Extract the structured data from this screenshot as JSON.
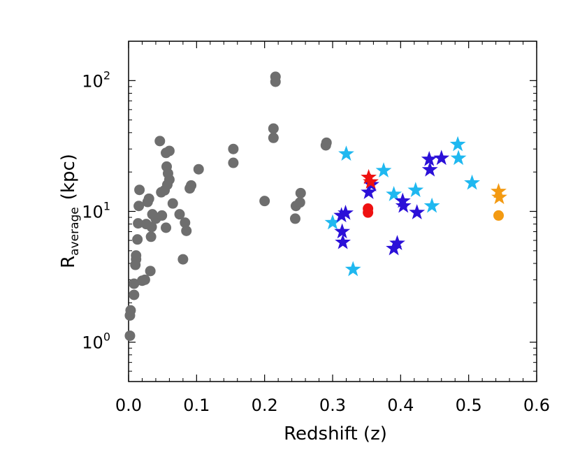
{
  "chart_data": {
    "type": "scatter",
    "title": "",
    "xlabel": "Redshift (z)",
    "ylabel_main": "R",
    "ylabel_sub": "average",
    "ylabel_unit": "(kpc)",
    "xlim": [
      0.0,
      0.6
    ],
    "ylim": [
      0.5,
      200
    ],
    "yscale": "log",
    "x_ticks": [
      "0.0",
      "0.1",
      "0.2",
      "0.3",
      "0.4",
      "0.5",
      "0.6"
    ],
    "x_tick_values": [
      0.0,
      0.1,
      0.2,
      0.3,
      0.4,
      0.5,
      0.6
    ],
    "y_major_ticks": [
      {
        "value": 1,
        "base": "10",
        "exp": "0"
      },
      {
        "value": 10,
        "base": "10",
        "exp": "1"
      },
      {
        "value": 100,
        "base": "10",
        "exp": "2"
      }
    ],
    "grid": false,
    "legend": "none",
    "series": [
      {
        "marker": "circle",
        "color": "#6e6e6e",
        "points": [
          [
            0.002,
            1.12
          ],
          [
            0.002,
            1.6
          ],
          [
            0.003,
            1.75
          ],
          [
            0.008,
            2.3
          ],
          [
            0.008,
            2.8
          ],
          [
            0.01,
            3.9
          ],
          [
            0.011,
            4.3
          ],
          [
            0.011,
            4.6
          ],
          [
            0.013,
            6.1
          ],
          [
            0.014,
            8.1
          ],
          [
            0.015,
            11
          ],
          [
            0.016,
            14.6
          ],
          [
            0.02,
            2.95
          ],
          [
            0.024,
            3.0
          ],
          [
            0.026,
            8.0
          ],
          [
            0.028,
            11.8
          ],
          [
            0.03,
            12.5
          ],
          [
            0.032,
            3.5
          ],
          [
            0.033,
            6.4
          ],
          [
            0.034,
            7.6
          ],
          [
            0.035,
            9.5
          ],
          [
            0.04,
            8.8
          ],
          [
            0.046,
            34.5
          ],
          [
            0.048,
            14
          ],
          [
            0.049,
            9.3
          ],
          [
            0.053,
            14.5
          ],
          [
            0.055,
            7.5
          ],
          [
            0.055,
            28
          ],
          [
            0.056,
            22
          ],
          [
            0.057,
            16
          ],
          [
            0.058,
            19.5
          ],
          [
            0.06,
            29
          ],
          [
            0.06,
            17.5
          ],
          [
            0.065,
            11.5
          ],
          [
            0.075,
            9.5
          ],
          [
            0.08,
            4.3
          ],
          [
            0.083,
            8.2
          ],
          [
            0.085,
            7.1
          ],
          [
            0.09,
            15
          ],
          [
            0.092,
            15.8
          ],
          [
            0.103,
            21
          ],
          [
            0.154,
            30
          ],
          [
            0.154,
            23.5
          ],
          [
            0.2,
            12
          ],
          [
            0.213,
            36.5
          ],
          [
            0.213,
            43
          ],
          [
            0.216,
            98
          ],
          [
            0.216,
            107
          ],
          [
            0.245,
            8.8
          ],
          [
            0.246,
            11
          ],
          [
            0.252,
            11.7
          ],
          [
            0.253,
            13.8
          ],
          [
            0.29,
            32
          ],
          [
            0.291,
            33.5
          ]
        ]
      },
      {
        "marker": "star",
        "color": "#1fb8f0",
        "points": [
          [
            0.3,
            8.2
          ],
          [
            0.32,
            27.5
          ],
          [
            0.33,
            3.6
          ],
          [
            0.375,
            20.5
          ],
          [
            0.39,
            13.5
          ],
          [
            0.422,
            14.5
          ],
          [
            0.446,
            11
          ],
          [
            0.484,
            32.5
          ],
          [
            0.485,
            25.5
          ],
          [
            0.505,
            16.5
          ]
        ]
      },
      {
        "marker": "star",
        "color": "#2b10d8",
        "points": [
          [
            0.313,
            9.3
          ],
          [
            0.314,
            7
          ],
          [
            0.315,
            5.8
          ],
          [
            0.319,
            9.7
          ],
          [
            0.353,
            14
          ],
          [
            0.357,
            16
          ],
          [
            0.39,
            5.2
          ],
          [
            0.395,
            5.7
          ],
          [
            0.403,
            12
          ],
          [
            0.404,
            11
          ],
          [
            0.424,
            9.8
          ],
          [
            0.442,
            25
          ],
          [
            0.443,
            20.8
          ],
          [
            0.46,
            25.5
          ]
        ]
      },
      {
        "marker": "star",
        "color": "#ee1111",
        "points": [
          [
            0.353,
            18.2
          ],
          [
            0.356,
            16.8
          ]
        ]
      },
      {
        "marker": "circle",
        "color": "#ee1111",
        "points": [
          [
            0.352,
            10.5
          ],
          [
            0.352,
            9.8
          ]
        ]
      },
      {
        "marker": "star",
        "color": "#f39a12",
        "points": [
          [
            0.544,
            14.2
          ],
          [
            0.545,
            12.8
          ]
        ]
      },
      {
        "marker": "circle",
        "color": "#f39a12",
        "points": [
          [
            0.544,
            9.3
          ]
        ]
      }
    ]
  }
}
